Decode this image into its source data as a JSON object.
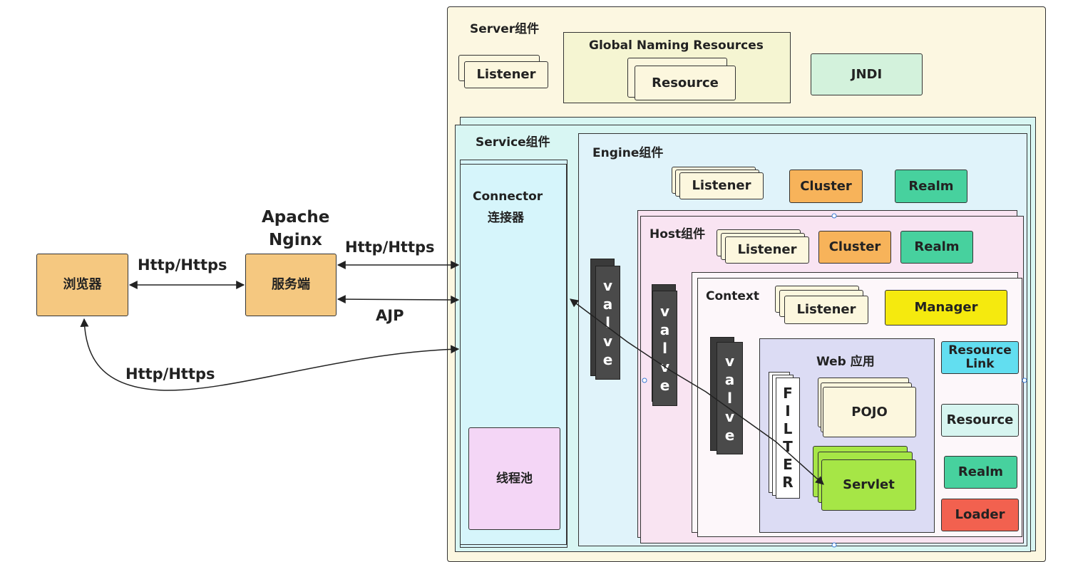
{
  "browser": "浏览器",
  "server_side": "服务端",
  "apache_nginx": [
    "Apache",
    "Nginx"
  ],
  "http_https": "Http/Https",
  "ajp": "AJP",
  "server": {
    "title": "Server组件",
    "listener": "Listener",
    "global_naming": "Global Naming Resources",
    "resource": "Resource",
    "jndi": "JNDI"
  },
  "service": {
    "title": "Service组件",
    "connector": [
      "Connector",
      "连接器"
    ],
    "thread_pool": "线程池"
  },
  "engine": {
    "title": "Engine组件",
    "listener": "Listener",
    "cluster": "Cluster",
    "realm": "Realm"
  },
  "host": {
    "title": "Host组件",
    "listener": "Listener",
    "cluster": "Cluster",
    "realm": "Realm"
  },
  "context": {
    "title": "Context",
    "listener": "Listener",
    "manager": "Manager",
    "resource_link": [
      "Resource",
      "Link"
    ],
    "resource": "Resource",
    "realm": "Realm",
    "loader": "Loader"
  },
  "webapp": {
    "title": "Web 应用",
    "pojo": "POJO",
    "servlet": "Servlet",
    "filter": [
      "F",
      "I",
      "L",
      "T",
      "E",
      "R"
    ]
  },
  "valve": [
    "v",
    "a",
    "l",
    "v",
    "e"
  ],
  "colors": {
    "server_bg": "#fcf7e1",
    "service_bg": "#d8f6f3",
    "connector_bg": "#d6f5fb",
    "engine_bg": "#e0f3fa",
    "host_bg": "#f9e4f2",
    "webapp_bg": "#dcdcf4",
    "orange": "#f5c880",
    "cluster": "#f7b35a",
    "realm": "#47d19e",
    "jndi": "#d3f2dc",
    "manager": "#f5ea0e",
    "resource_link": "#62def0",
    "servlet": "#a6e646",
    "loader": "#f2614f",
    "cream": "#fcf7de",
    "light_teal": "#d7f5f0",
    "thread_pool": "#f4d6f6"
  }
}
